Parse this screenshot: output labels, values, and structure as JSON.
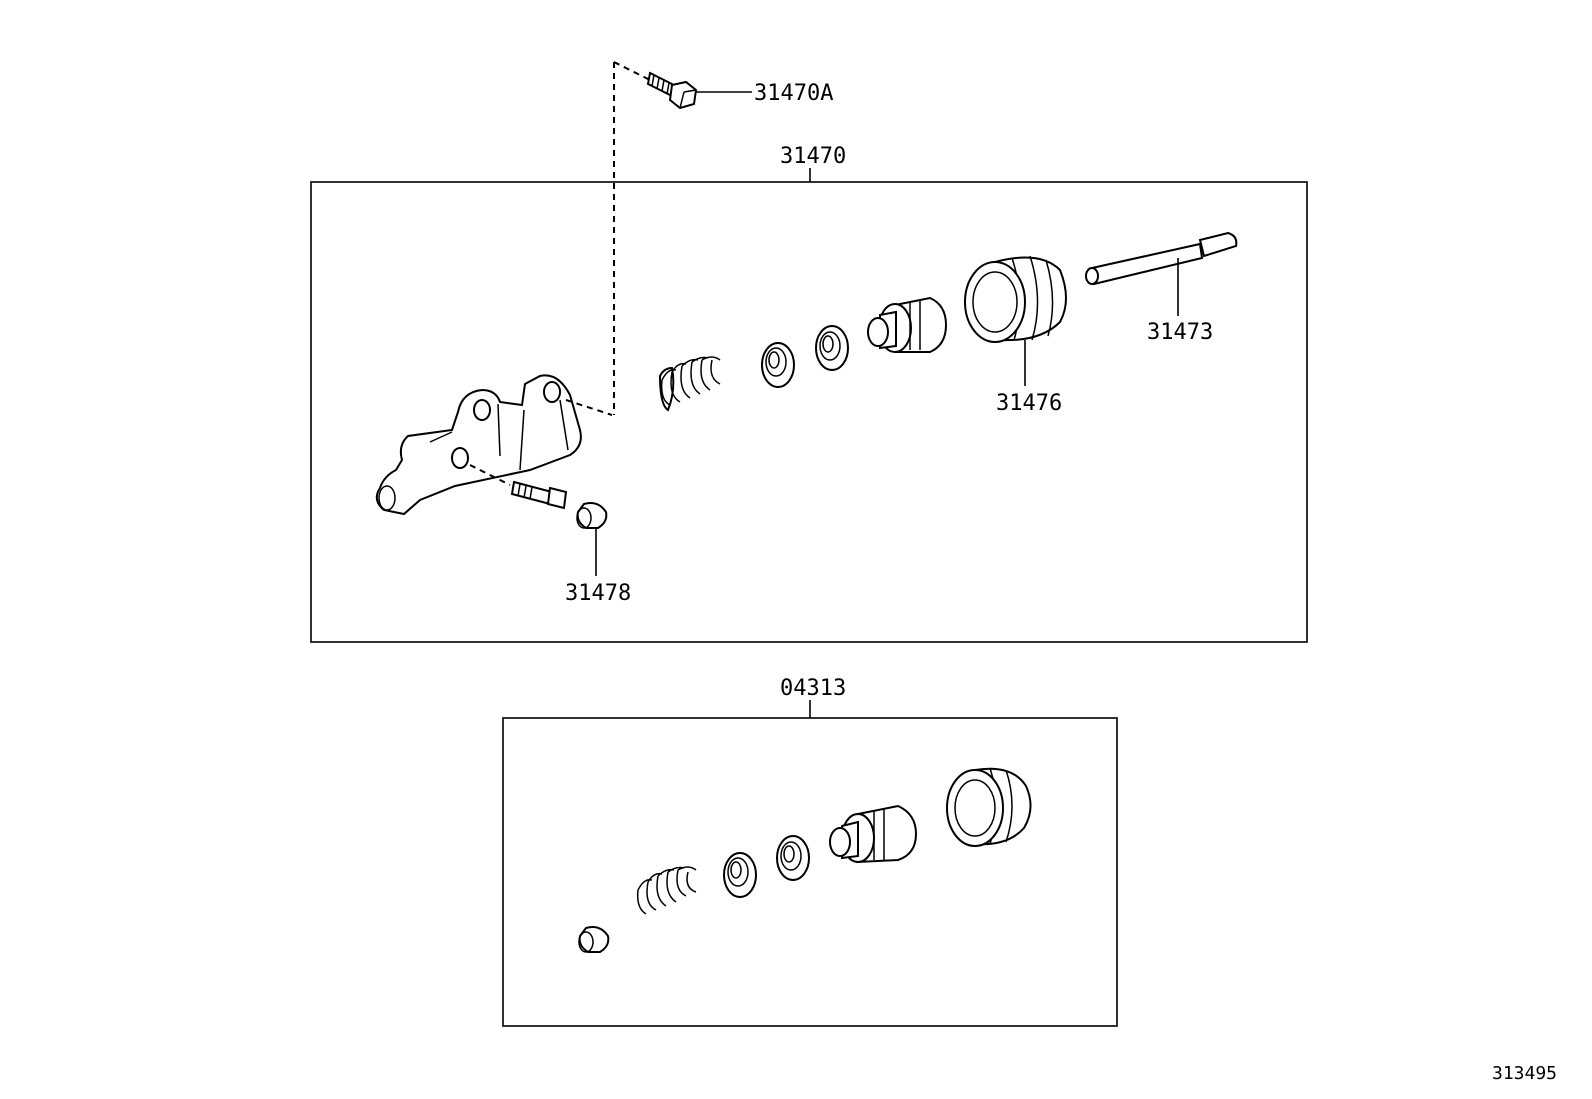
{
  "callouts": {
    "p31470A": "31470A",
    "p31470": "31470",
    "p31473": "31473",
    "p31476": "31476",
    "p31478": "31478",
    "p04313": "04313"
  },
  "illustration_id": "313495",
  "colors": {
    "line": "#000000",
    "background": "#ffffff"
  },
  "icons": [
    "cylinder-body-icon",
    "bolt-icon",
    "spring-icon",
    "cup-seal-icon",
    "piston-icon",
    "boot-icon",
    "push-rod-icon",
    "bleeder-plug-icon",
    "cap-icon"
  ]
}
